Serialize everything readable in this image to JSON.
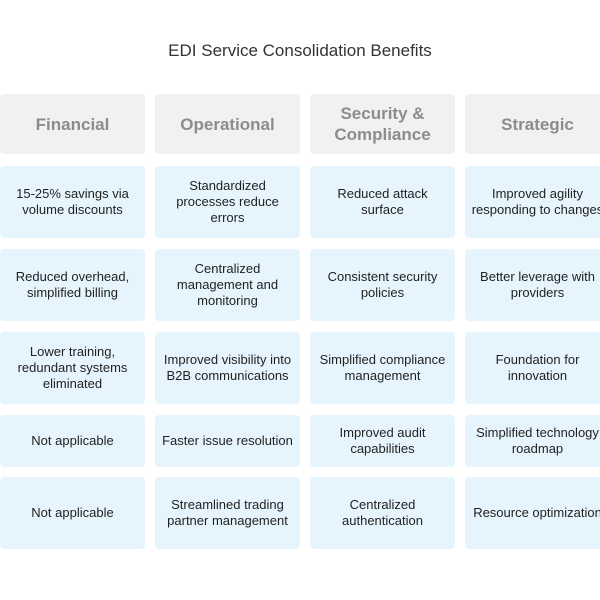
{
  "title": "EDI Service Consolidation Benefits",
  "headers": [
    "Financial",
    "Operational",
    "Security & Compliance",
    "Strategic"
  ],
  "rows": [
    [
      "15-25% savings via volume discounts",
      "Standardized processes reduce errors",
      "Reduced attack surface",
      "Improved agility responding to changes"
    ],
    [
      "Reduced overhead, simplified billing",
      "Centralized management and monitoring",
      "Consistent security policies",
      "Better leverage with providers"
    ],
    [
      "Lower training, redundant systems eliminated",
      "Improved visibility into B2B communications",
      "Simplified compliance management",
      "Foundation for innovation"
    ],
    [
      "Not applicable",
      "Faster issue resolution",
      "Improved audit capabilities",
      "Simplified technology roadmap"
    ],
    [
      "Not applicable",
      "Streamlined trading partner management",
      "Centralized authentication",
      "Resource optimization"
    ]
  ],
  "colors": {
    "header_bg": "#f1f1f1",
    "header_text": "#8c8c8c",
    "cell_bg": "#e6f5fd",
    "cell_text": "#222222"
  }
}
